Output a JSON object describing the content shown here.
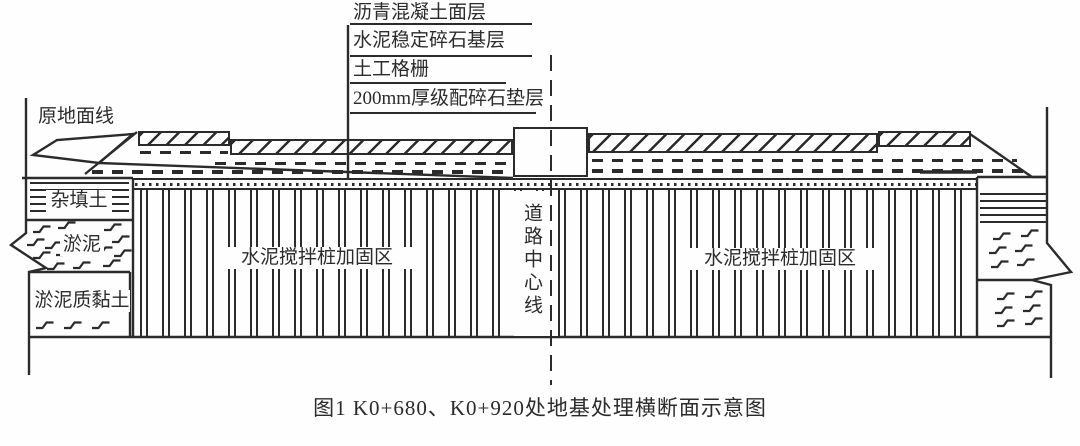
{
  "colors": {
    "ink": "#2b2b2b",
    "paper": "#fefefe"
  },
  "callouts": {
    "layers": [
      "沥青混凝土面层",
      "水泥稳定碎石基层",
      "土工格栅",
      "200mm厚级配碎石垫层"
    ],
    "ground_line": "原地面线"
  },
  "strata_left": {
    "fill_soil": "杂填土",
    "silt": "淤泥",
    "silty_clay": "淤泥质黏土"
  },
  "center": {
    "road_centerline": "道路中心线"
  },
  "zones": {
    "left": "水泥搅拌桩加固区",
    "right": "水泥搅拌桩加固区"
  },
  "caption": "图1  K0+680、K0+920处地基处理横断面示意图"
}
